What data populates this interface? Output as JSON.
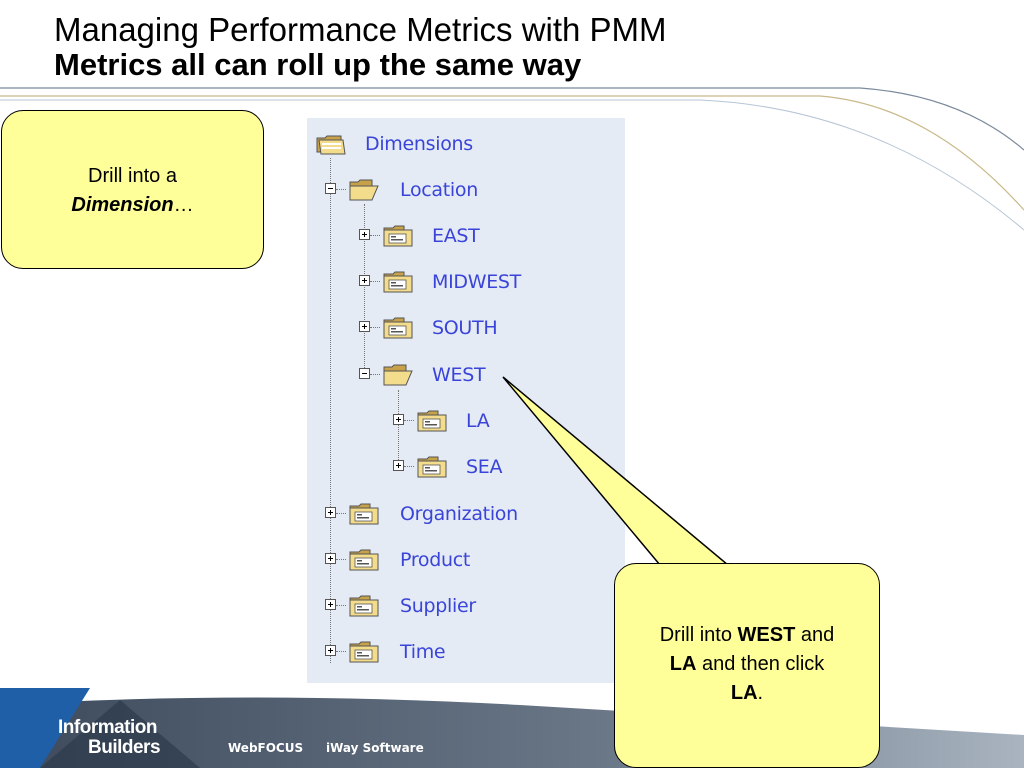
{
  "slide": {
    "title": "Managing Performance Metrics with PMM",
    "subtitle": "Metrics all can roll up the same way"
  },
  "tree": {
    "root_label": "Dimensions",
    "items": [
      {
        "label": "Location",
        "state": "expanded"
      },
      {
        "label": "EAST",
        "state": "collapsed"
      },
      {
        "label": "MIDWEST",
        "state": "collapsed"
      },
      {
        "label": "SOUTH",
        "state": "collapsed"
      },
      {
        "label": "WEST",
        "state": "expanded"
      },
      {
        "label": "LA",
        "state": "collapsed"
      },
      {
        "label": "SEA",
        "state": "collapsed"
      },
      {
        "label": "Organization",
        "state": "collapsed"
      },
      {
        "label": "Product",
        "state": "collapsed"
      },
      {
        "label": "Supplier",
        "state": "collapsed"
      },
      {
        "label": "Time",
        "state": "collapsed"
      }
    ]
  },
  "callout_left": {
    "line1": "Drill into a",
    "emph": "Dimension",
    "tail": "…"
  },
  "callout_right": {
    "t1": "Drill into ",
    "b1": "WEST",
    "t2": " and",
    "b2": "LA",
    "t3": " and then click",
    "b3": "LA",
    "t4": "."
  },
  "footer": {
    "logo_line1": "Information",
    "logo_line2": "Builders",
    "brand1": "WebFOCUS",
    "brand2": "iWay Software"
  },
  "colors": {
    "tree_label": "#3a44d8",
    "tree_bg": "#e4ebf5",
    "callout_fill": "#ffff99",
    "footer_band": "#4d5a6b",
    "accent_blue": "#1f5fa8"
  },
  "icons": {
    "toggle_expanded": "minus-box-icon",
    "toggle_collapsed": "plus-box-icon",
    "root": "folder-stack-icon",
    "expanded": "open-folder-icon",
    "collapsed": "closed-folder-icon"
  }
}
